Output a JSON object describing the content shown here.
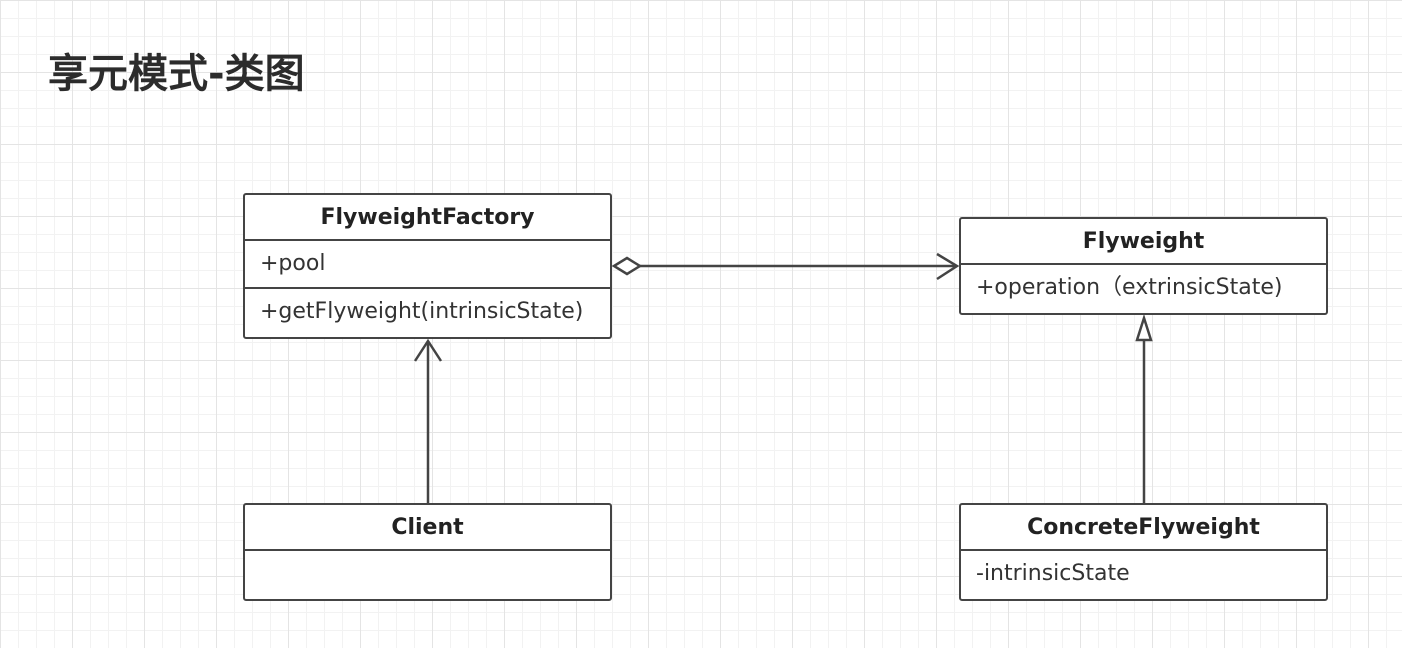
{
  "title": "享元模式-类图",
  "classes": {
    "flyweight_factory": {
      "name": "FlyweightFactory",
      "attribute": "+pool",
      "method": "+getFlyweight(intrinsicState)"
    },
    "flyweight": {
      "name": "Flyweight",
      "method": "+operation（extrinsicState)"
    },
    "client": {
      "name": "Client",
      "body": ""
    },
    "concrete_flyweight": {
      "name": "ConcreteFlyweight",
      "attribute": "-intrinsicState"
    }
  },
  "relationships": [
    {
      "type": "aggregation",
      "from": "FlyweightFactory",
      "to": "Flyweight"
    },
    {
      "type": "dependency",
      "from": "Client",
      "to": "FlyweightFactory"
    },
    {
      "type": "generalization",
      "from": "ConcreteFlyweight",
      "to": "Flyweight"
    }
  ],
  "colors": {
    "line": "#444444",
    "grid": "#e4e4e4",
    "background": "#ffffff"
  }
}
